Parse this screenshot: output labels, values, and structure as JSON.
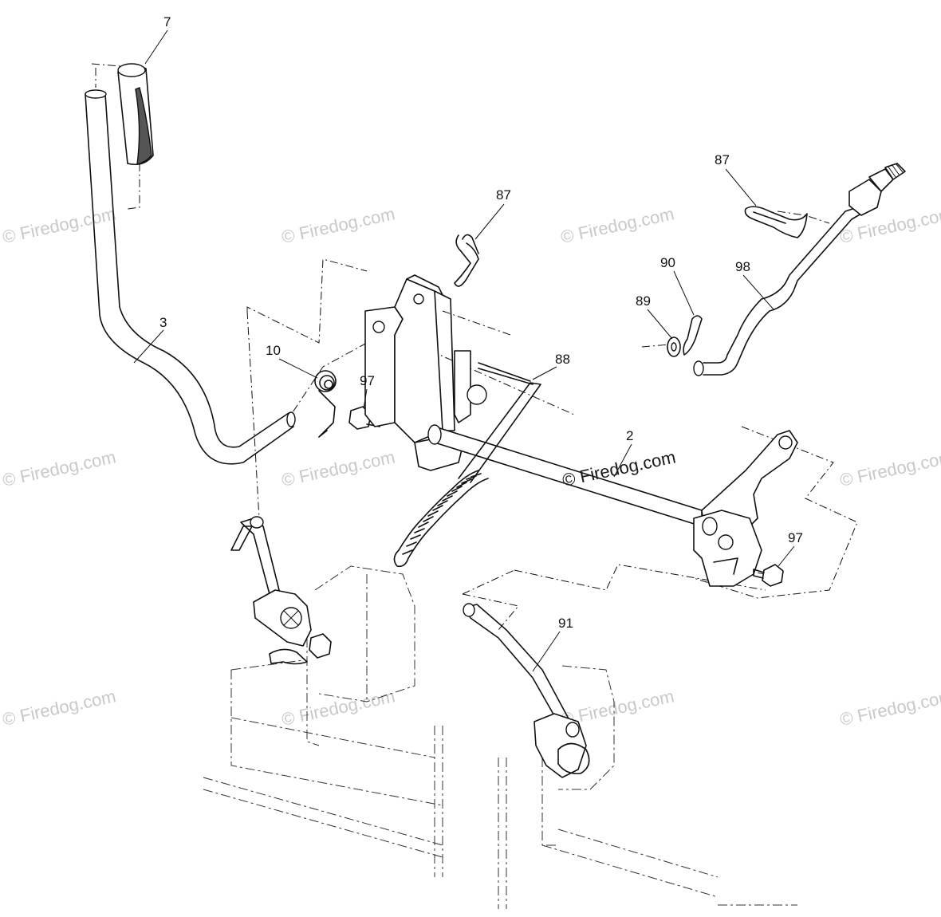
{
  "watermarks": {
    "text": "© Firedog.com",
    "center_text": "© Firedog.com"
  },
  "callouts": {
    "c7": "7",
    "c3": "3",
    "c10": "10",
    "c97a": "97",
    "c87a": "87",
    "c88": "88",
    "c2": "2",
    "c87b": "87",
    "c90": "90",
    "c89": "89",
    "c98": "98",
    "c97b": "97",
    "c91": "91"
  }
}
